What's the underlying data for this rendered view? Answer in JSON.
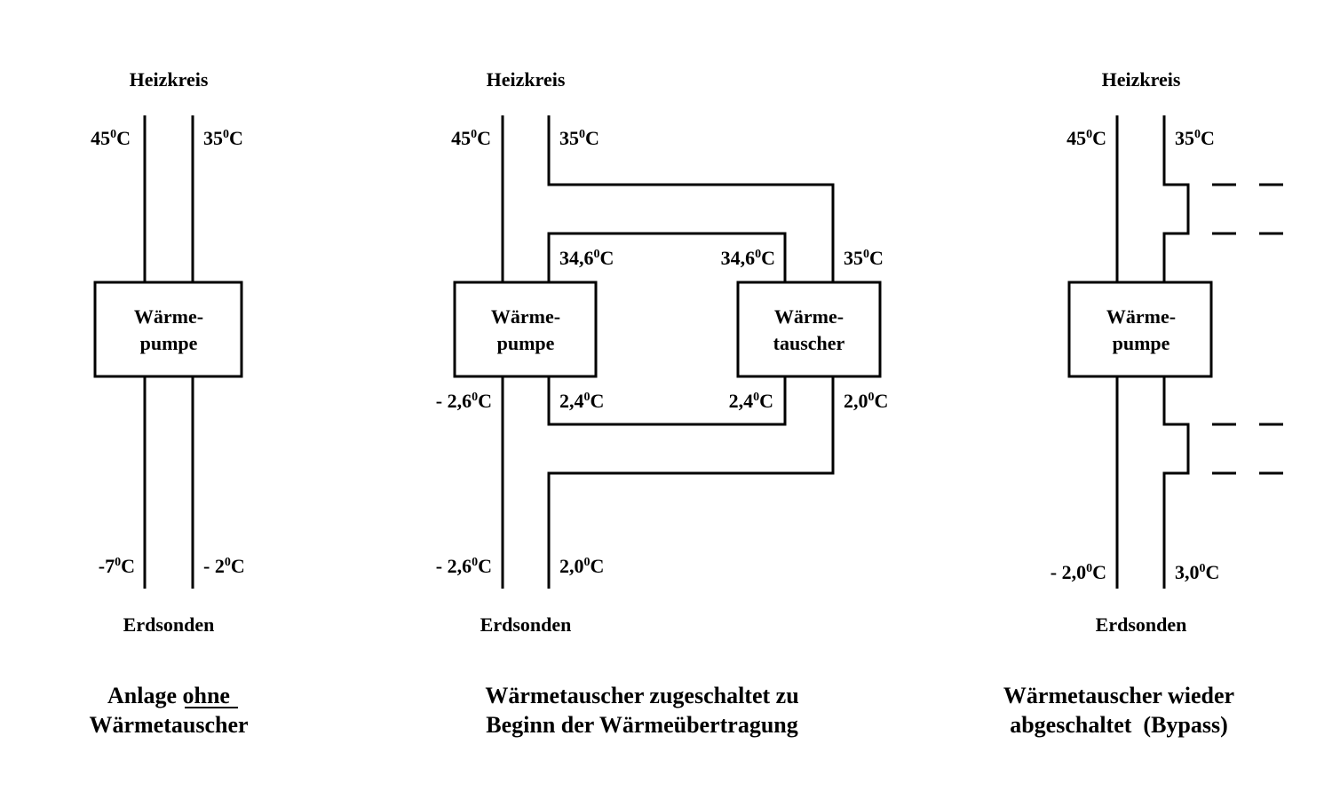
{
  "panel1": {
    "top_label": "Heizkreis",
    "bottom_label": "Erdsonden",
    "t_top_left": {
      "num": "45",
      "deg": "0",
      "unit": "C"
    },
    "t_top_right": {
      "num": "35",
      "deg": "0",
      "unit": "C"
    },
    "t_bot_left": {
      "num": "-7",
      "deg": "0",
      "unit": "C"
    },
    "t_bot_right": {
      "num": "- 2",
      "deg": "0",
      "unit": "C"
    },
    "box_line1": "Wärme-",
    "box_line2": "pumpe",
    "caption_line1_pre": "Anlage ",
    "caption_line1_u": "ohne",
    "caption_line2": "Wärmetauscher"
  },
  "panel2": {
    "top_label": "Heizkreis",
    "bottom_label": "Erdsonden",
    "t_top_left": {
      "num": "45",
      "deg": "0",
      "unit": "C"
    },
    "t_top_right": {
      "num": "35",
      "deg": "0",
      "unit": "C"
    },
    "t_loop_top_left": {
      "num": "34,6",
      "deg": "0",
      "unit": "C"
    },
    "t_loop_top_right": {
      "num": "34,6",
      "deg": "0",
      "unit": "C"
    },
    "t_hx_top": {
      "num": "35",
      "deg": "0",
      "unit": "C"
    },
    "t_hp_out_left": {
      "num": "- 2,6",
      "deg": "0",
      "unit": "C"
    },
    "t_loop_bot_left": {
      "num": "2,4",
      "deg": "0",
      "unit": "C"
    },
    "t_loop_bot_right": {
      "num": "2,4",
      "deg": "0",
      "unit": "C"
    },
    "t_hx_bot": {
      "num": "2,0",
      "deg": "0",
      "unit": "C"
    },
    "t_bot_left": {
      "num": "- 2,6",
      "deg": "0",
      "unit": "C"
    },
    "t_bot_right": {
      "num": "2,0",
      "deg": "0",
      "unit": "C"
    },
    "hp_line1": "Wärme-",
    "hp_line2": "pumpe",
    "hx_line1": "Wärme-",
    "hx_line2": "tauscher",
    "caption_line1": "Wärmetauscher zugeschaltet zu",
    "caption_line2": "Beginn der Wärmeübertragung"
  },
  "panel3": {
    "top_label": "Heizkreis",
    "bottom_label": "Erdsonden",
    "t_top_left": {
      "num": "45",
      "deg": "0",
      "unit": "C"
    },
    "t_top_right": {
      "num": "35",
      "deg": "0",
      "unit": "C"
    },
    "t_bot_left": {
      "num": "- 2,0",
      "deg": "0",
      "unit": "C"
    },
    "t_bot_right": {
      "num": "3,0",
      "deg": "0",
      "unit": "C"
    },
    "box_line1": "Wärme-",
    "box_line2": "pumpe",
    "caption_line1": "Wärmetauscher wieder",
    "caption_line2": "abgeschaltet  (Bypass)"
  }
}
